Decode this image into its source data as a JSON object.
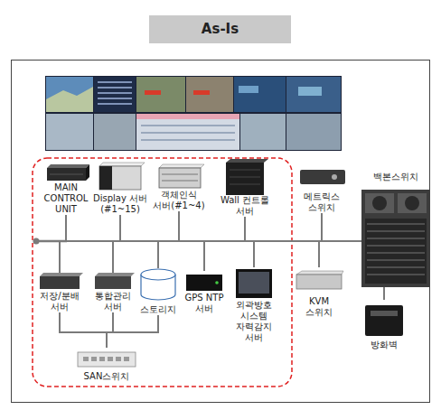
{
  "diagram": {
    "title": "As-Is",
    "nodes": [
      {
        "text": [
          "MAIN CONTROL UNIT"
        ]
      },
      {
        "text": [
          "Display 서버(#1~15)"
        ]
      },
      {
        "text": [
          "객체인식 서버(#1~4)"
        ]
      },
      {
        "text": [
          "Wall 컨트롤 서버"
        ]
      },
      {
        "text": [
          "메트릭스 스위치"
        ]
      },
      {
        "text": [
          "백본스위치"
        ]
      },
      {
        "text": [
          "저장/분배 서버"
        ]
      },
      {
        "text": [
          "통합관리 서버"
        ]
      },
      {
        "text": [
          "스토리지"
        ]
      },
      {
        "text": [
          "GPS NTP 서버"
        ]
      },
      {
        "text": [
          "외곽방호 시스템 자력감지 서버"
        ]
      },
      {
        "text": [
          "KVM 스위치"
        ]
      },
      {
        "text": [
          "방화벽"
        ]
      },
      {
        "text": [
          "SAN스위치"
        ]
      }
    ],
    "edges": [
      {
        "from": 0,
        "to": 5,
        "arrow": "none"
      },
      {
        "from": 1,
        "to": 5,
        "arrow": "none"
      },
      {
        "from": 2,
        "to": 5,
        "arrow": "none"
      },
      {
        "from": 3,
        "to": 5,
        "arrow": "none"
      },
      {
        "from": 4,
        "to": 5,
        "arrow": "none"
      },
      {
        "from": 6,
        "to": 5,
        "arrow": "none"
      },
      {
        "from": 7,
        "to": 5,
        "arrow": "none"
      },
      {
        "from": 8,
        "to": 5,
        "arrow": "none"
      },
      {
        "from": 9,
        "to": 5,
        "arrow": "none"
      },
      {
        "from": 10,
        "to": 5,
        "arrow": "none"
      },
      {
        "from": 11,
        "to": 5,
        "arrow": "none"
      },
      {
        "from": 6,
        "to": 13,
        "arrow": "none"
      },
      {
        "from": 7,
        "to": 13,
        "arrow": "none"
      },
      {
        "from": 8,
        "to": 13,
        "arrow": "none"
      },
      {
        "from": 5,
        "to": 12,
        "arrow": "none"
      }
    ]
  }
}
